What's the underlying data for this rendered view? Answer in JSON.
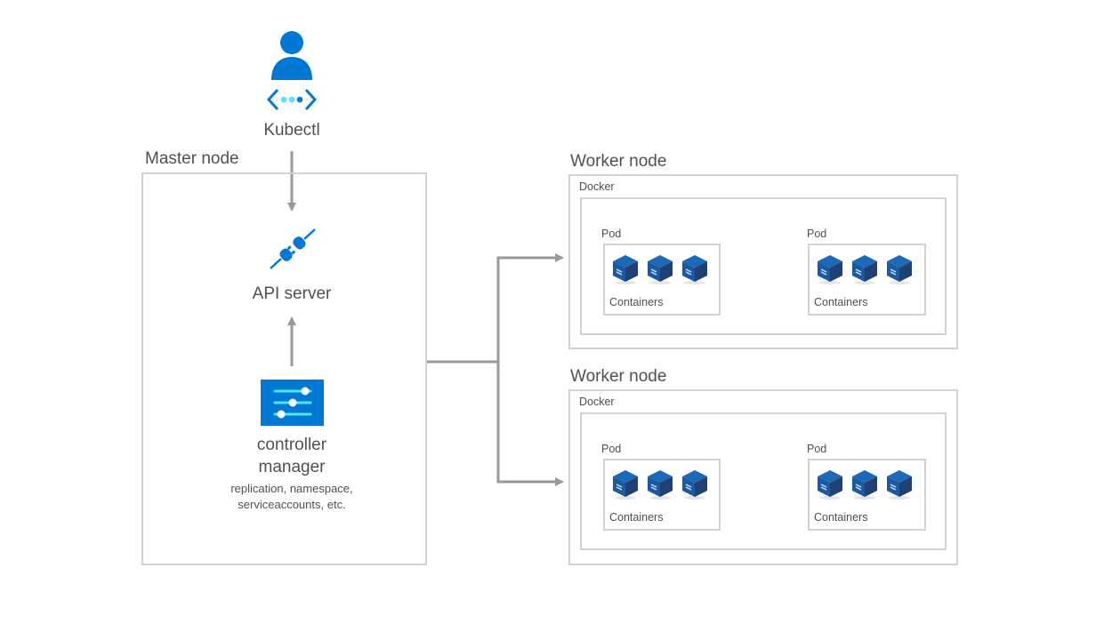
{
  "colors": {
    "accent_blue": "#0078d4",
    "light_cyan": "#50e6ff",
    "cube_top": "#1c69b8",
    "cube_left": "#1a5aa3",
    "cube_right": "#203f73",
    "border_gray": "#d2d2d2",
    "arrow_gray": "#999999",
    "text_gray": "#505050"
  },
  "kubectl": {
    "label": "Kubectl",
    "icons": [
      "user-icon",
      "code-brackets-icon"
    ]
  },
  "master_node": {
    "title": "Master node",
    "api_server": {
      "label": "API server",
      "icon": "plug-connector-icon"
    },
    "controller_manager": {
      "label_line1": "controller",
      "label_line2": "manager",
      "desc_line1": "replication, namespace,",
      "desc_line2": "serviceaccounts, etc.",
      "icon": "sliders-icon"
    }
  },
  "worker_nodes": [
    {
      "title": "Worker node",
      "runtime": "Docker",
      "pods": [
        {
          "label": "Pod",
          "containers_label": "Containers",
          "container_count": 3
        },
        {
          "label": "Pod",
          "containers_label": "Containers",
          "container_count": 3
        }
      ]
    },
    {
      "title": "Worker node",
      "runtime": "Docker",
      "pods": [
        {
          "label": "Pod",
          "containers_label": "Containers",
          "container_count": 3
        },
        {
          "label": "Pod",
          "containers_label": "Containers",
          "container_count": 3
        }
      ]
    }
  ],
  "connections": [
    {
      "from": "kubectl",
      "to": "api-server"
    },
    {
      "from": "controller-manager",
      "to": "api-server"
    },
    {
      "from": "master-node",
      "to": "worker-node-1"
    },
    {
      "from": "master-node",
      "to": "worker-node-2"
    }
  ]
}
